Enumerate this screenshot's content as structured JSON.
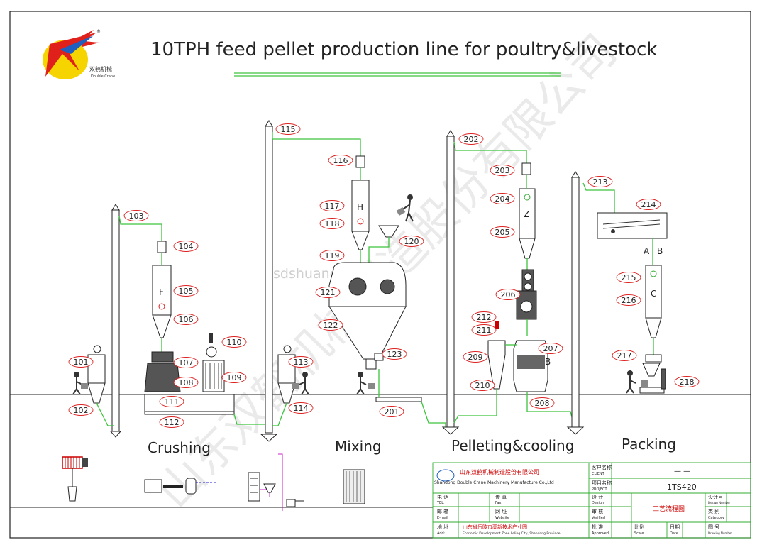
{
  "title": "10TPH feed pellet production line for poultry&livestock",
  "logo": {
    "cn": "双鹤机械",
    "en": "Double Crane",
    "reg": "®"
  },
  "sections": [
    "Crushing",
    "Mixing",
    "Pelleting&cooling",
    "Packing"
  ],
  "bin_letters": {
    "F": "F",
    "H": "H",
    "Z": "Z",
    "C": "C",
    "A": "A",
    "B1": "B",
    "B2": "B"
  },
  "tags": [
    "101",
    "102",
    "103",
    "104",
    "105",
    "106",
    "107",
    "108",
    "109",
    "110",
    "111",
    "112",
    "113",
    "114",
    "115",
    "116",
    "117",
    "118",
    "119",
    "120",
    "121",
    "122",
    "123",
    "201",
    "202",
    "203",
    "204",
    "205",
    "206",
    "207",
    "208",
    "209",
    "210",
    "211",
    "212",
    "213",
    "214",
    "215",
    "216",
    "217",
    "218"
  ],
  "watermark": {
    "cn": "山东双鹤机械制造股份有限公司",
    "site": "sdshuanghe.com"
  },
  "title_block": {
    "company_cn": "山东双鹤机械制造股份有限公司",
    "company_en": "Shandong Double Crane Machinery Manufacture Co.,Ltd",
    "client_label": "客户名称",
    "client_label_en": "CLIENT",
    "client_value": "— —",
    "project_label": "项目名称",
    "project_label_en": "PROJECT",
    "project_value": "1TS420",
    "tel_label": "电 话",
    "tel_label_en": "TEL.",
    "fax_label": "传 真",
    "fax_label_en": "Fax",
    "email_label": "邮 箱",
    "email_label_en": "E-mail",
    "website_label": "网 址",
    "website_label_en": "Website",
    "address_label": "地 址",
    "address_label_en": "Add:",
    "address_cn": "山东省乐陵市高新技术产业园",
    "address_en": "Economic Development Zone Leling City, Shandong Province",
    "design_label": "设 计",
    "design_label_en": "Design",
    "verified_label": "审 核",
    "verified_label_en": "Verified",
    "approved_label": "批 准",
    "approved_label_en": "Approved",
    "drawing_title": "工艺流程图",
    "design_no_label": "设计号",
    "design_no_label_en": "Design Number",
    "category_label": "类 别",
    "category_label_en": "Category",
    "scale_label": "比例",
    "scale_label_en": "Scale",
    "date_label": "日期",
    "date_label_en": "Date",
    "drawing_no_label": "图 号",
    "drawing_no_label_en": "Drawing Number"
  },
  "colors": {
    "pipe": "#3ec43e",
    "tag_outline": "#dd2222",
    "title_block": "#2fae2f",
    "title_block_text": "#cc0000",
    "logo_yellow": "#f5d400",
    "logo_red": "#e0201a",
    "logo_blue": "#1f5fbf"
  },
  "icons": [
    "double-crane-logo",
    "bucket-elevator",
    "hammer-mill",
    "pulse-dust-filter",
    "centrifugal-fan",
    "mixer",
    "pellet-mill",
    "counterflow-cooler",
    "cyclone",
    "packing-scale",
    "rotary-sifter",
    "operator-figure"
  ]
}
